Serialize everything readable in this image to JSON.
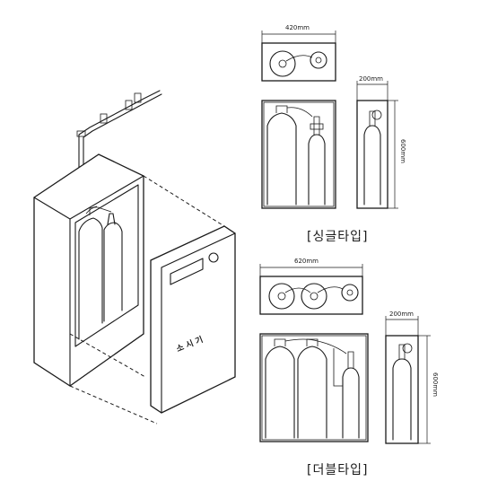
{
  "single_type": {
    "caption": "[싱글타입]",
    "top_width": "420mm",
    "side_width": "200mm",
    "side_height": "600mm"
  },
  "double_type": {
    "caption": "[더블타입]",
    "top_width": "620mm",
    "side_width": "200mm",
    "side_height": "600mm"
  },
  "cabinet": {
    "door_label": "소 시 기"
  }
}
